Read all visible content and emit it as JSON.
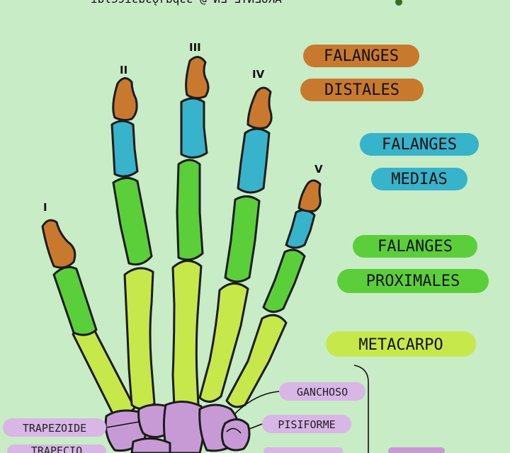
{
  "header": {
    "text": "ɿɒlɘɔɿƨɒƨǫrɒqƨƨ @ ИƎ ƎTИƎUЯA"
  },
  "finger_numerals": [
    "I",
    "II",
    "III",
    "IV",
    "V"
  ],
  "labels": {
    "falanges_distales": [
      "FALANGES",
      "DISTALES"
    ],
    "falanges_medias": [
      "FALANGES",
      "MEDIAS"
    ],
    "falanges_proximales": [
      "FALANGES",
      "PROXIMALES"
    ],
    "metacarpo": "METACARPO",
    "ganchoso": "GANCHOSO",
    "pisiforme": "PISIFORME",
    "trapezoide": "TRAPEZOIDE",
    "trapecio": "TRAPECIO"
  },
  "colors": {
    "background": "#c8ecc6",
    "distal": "#c9792e",
    "medial": "#37b3cb",
    "proximal": "#5bcf3a",
    "metacarpal": "#c7e84a",
    "carpal": "#c79ad6"
  }
}
